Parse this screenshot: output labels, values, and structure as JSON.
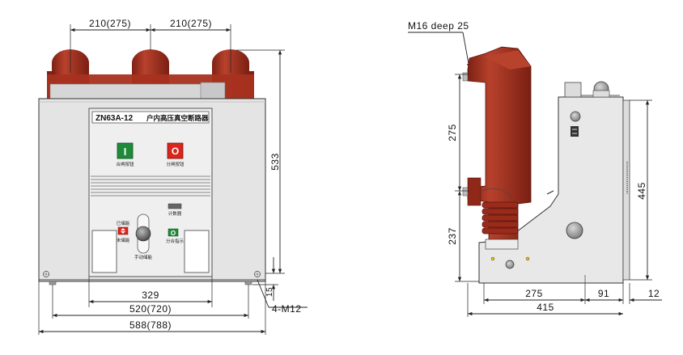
{
  "colors": {
    "insulator_red": "#a8311f",
    "insulator_dark": "#7e2114",
    "body_grey": "#e4e4e4",
    "panel_grey": "#efefef",
    "button_green": "#1e8a3a",
    "button_red": "#d8261c",
    "line": "#222222"
  },
  "front_view": {
    "model_label": "ZN63A-12",
    "name_label": "户内高压真空断路器",
    "close_button_label": "合闸按钮",
    "open_button_label": "分闸按钮",
    "counter_label": "计数器",
    "stored_label": "已储能",
    "unstored_label": "未储能",
    "manual_charge_label": "手动储能",
    "open_close_indicator_label": "分合指示",
    "close_button_glyph": "I",
    "open_button_glyph": "O",
    "indicator_glyph": "O",
    "dim_pitch_left": "210(275)",
    "dim_pitch_right": "210(275)",
    "dim_height": "533",
    "dim_inner_width": "329",
    "dim_mount_width": "520(720)",
    "dim_overall_width": "588(788)",
    "dim_foot": "15",
    "dim_holes": "4-M12"
  },
  "side_view": {
    "thread_label": "M16 deep 25",
    "dim_upper_terminal": "275",
    "dim_lower_terminal": "237",
    "dim_body_height": "445",
    "dim_depth_a": "275",
    "dim_depth_b": "91",
    "dim_depth_c": "12",
    "dim_total_depth": "415"
  }
}
